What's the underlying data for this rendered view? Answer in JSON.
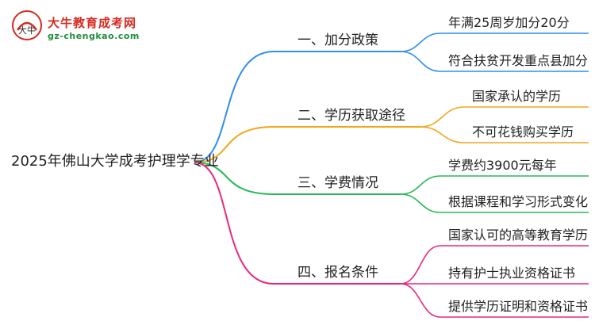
{
  "logo": {
    "title": "大牛教育成考网",
    "url": "gz-chengkao.com",
    "mark_text": "大牛"
  },
  "root": {
    "label": "2025年佛山大学成考护理学专业"
  },
  "branches": [
    {
      "label": "一、加分政策",
      "color": "#2f8ef0",
      "leaves": [
        "年满25周岁加分20分",
        "符合扶贫开发重点县加分"
      ]
    },
    {
      "label": "二、学历获取途径",
      "color": "#f0a818",
      "leaves": [
        "国家承认的学历",
        "不可花钱购买学历"
      ]
    },
    {
      "label": "三、学费情况",
      "color": "#28b858",
      "leaves": [
        "学费约3900元每年",
        "根据课程和学习形式变化"
      ]
    },
    {
      "label": "四、报名条件",
      "color": "#e8287a",
      "leaves": [
        "国家认可的高等教育学历",
        "持有护士执业资格证书",
        "提供学历证明和资格证书"
      ]
    }
  ]
}
